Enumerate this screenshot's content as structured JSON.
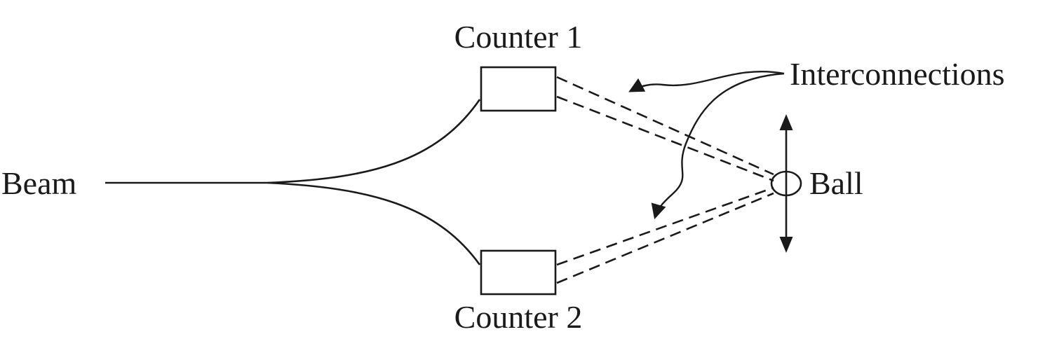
{
  "diagram": {
    "description": "Beam split into two counters with dashed interconnections converging on a movable ball",
    "labels": {
      "beam": "Beam",
      "counter1": "Counter 1",
      "counter2": "Counter 2",
      "interconnections": "Interconnections",
      "ball": "Ball"
    },
    "colors": {
      "stroke": "#1a1a1a",
      "background": "#ffffff"
    }
  }
}
